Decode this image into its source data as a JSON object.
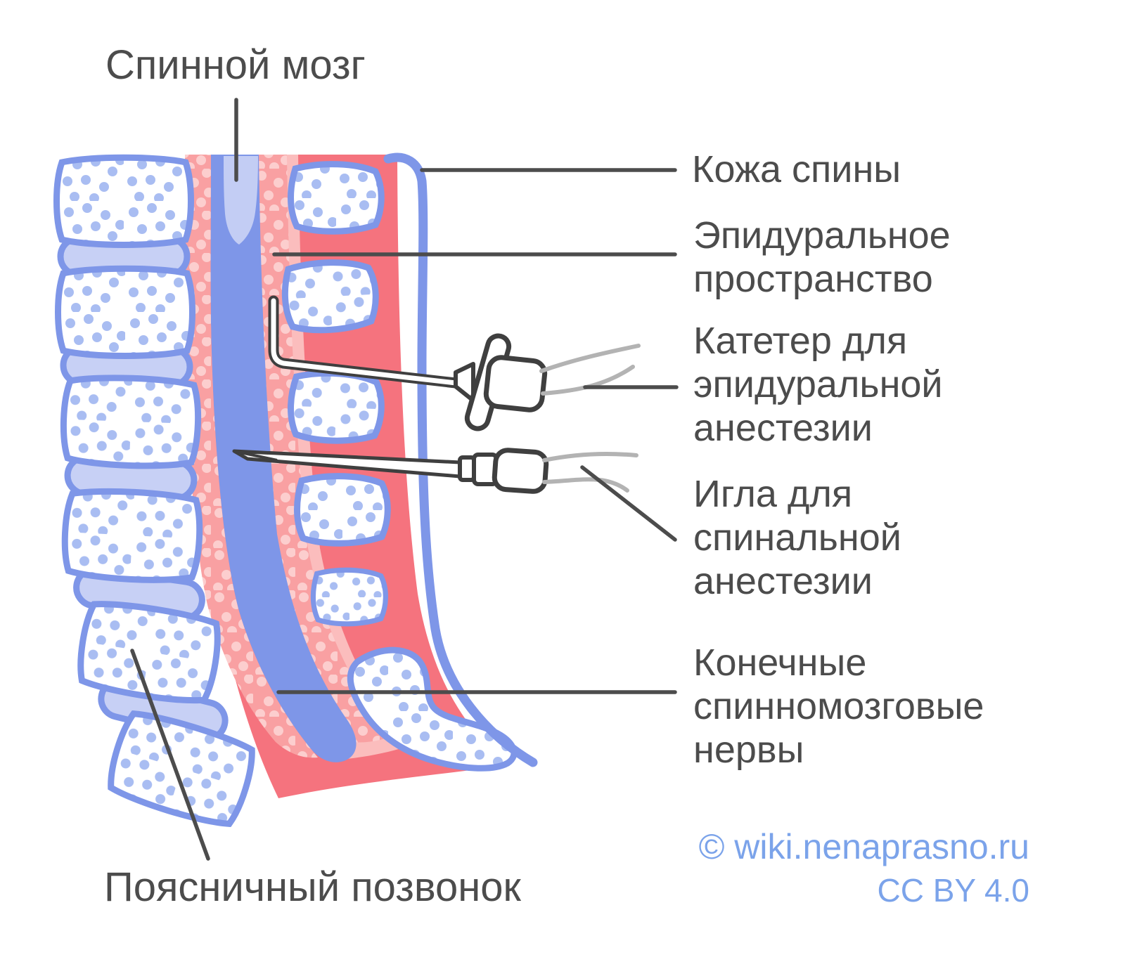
{
  "diagram": {
    "subject": "epidural-and-spinal-anesthesia-spine-cross-section",
    "labels": {
      "spinal_cord": "Спинной мозг",
      "skin": "Кожа спины",
      "epidural_space": "Эпидуральное пространство",
      "epidural_catheter": "Катетер для эпидуральной анестезии",
      "spinal_needle": "Игла для спинальной анестезии",
      "terminal_nerves": "Конечные спинномозговые нервы",
      "lumbar_vertebra": "Поясничный позвонок"
    },
    "colors": {
      "outline_blue": "#7e96e8",
      "bone_dot_blue": "#a9bdf2",
      "disc_fill": "#c7d0f5",
      "spinal_cord_fill": "#c3cdf4",
      "epidural_pink": "#f9a0a2",
      "epidural_dot": "#fccece",
      "ligament_light_pink": "#fbbdbd",
      "muscle_red": "#f5737e",
      "leader_line": "#4c4c4c",
      "catheter_tube_gray": "#b3b3b3",
      "watermark_blue": "#7ba3ea",
      "label_text": "#4c4c4c"
    }
  },
  "watermark": {
    "copyright": "© wiki.nenaprasno.ru",
    "license": "CC BY 4.0"
  }
}
